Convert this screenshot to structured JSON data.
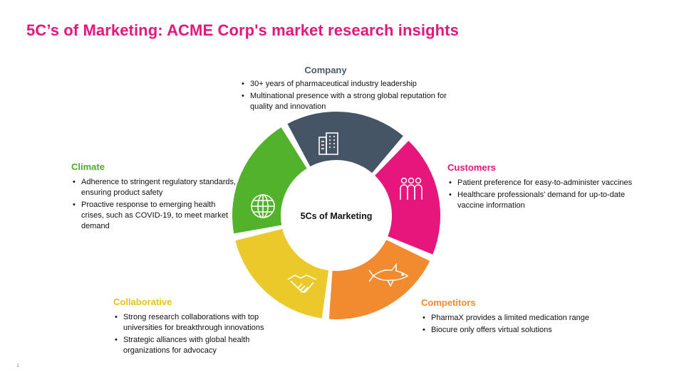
{
  "title": "5C’s of Marketing: ACME Corp's market research insights",
  "center_label": "5Cs of Marketing",
  "page_number": "1",
  "sections": [
    {
      "key": "company",
      "heading": "Company",
      "color": "#455566",
      "icon": "office-building-icon",
      "bullets": [
        "30+ years of pharmaceutical industry leadership",
        "Multinational presence with a strong global reputation for quality and innovation"
      ]
    },
    {
      "key": "customers",
      "heading": "Customers",
      "color": "#e6167c",
      "icon": "people-group-icon",
      "bullets": [
        "Patient preference for easy-to-administer vaccines",
        "Healthcare professionals' demand for up-to-date vaccine information"
      ]
    },
    {
      "key": "competitors",
      "heading": "Competitors",
      "color": "#f28a30",
      "icon": "shark-icon",
      "bullets": [
        "PharmaX provides a limited medication range",
        "Biocure only offers virtual solutions"
      ]
    },
    {
      "key": "collaborative",
      "heading": "Collaborative",
      "color": "#ecc92a",
      "icon": "handshake-icon",
      "bullets": [
        "Strong research collaborations with top universities for breakthrough innovations",
        "Strategic alliances with global health organizations for advocacy"
      ]
    },
    {
      "key": "climate",
      "heading": "Climate",
      "color": "#52b22c",
      "icon": "globe-icon",
      "bullets": [
        "Adherence to stringent regulatory standards, ensuring product safety",
        "Proactive response to emerging health crises, such as COVID-19, to meet market demand"
      ]
    }
  ]
}
